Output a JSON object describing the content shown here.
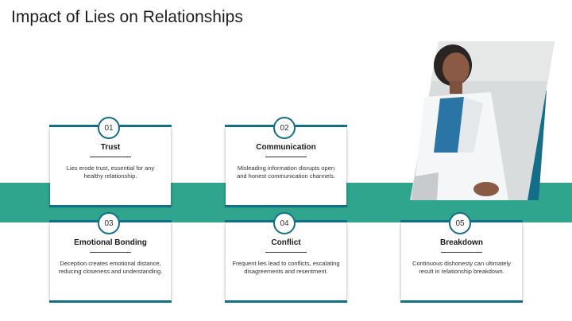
{
  "slide": {
    "title": "Impact of Lies on Relationships"
  },
  "cards": [
    {
      "number": "01",
      "title": "Trust",
      "text": "Lies erode trust, essential for any healthy relationship."
    },
    {
      "number": "02",
      "title": "Communication",
      "text": "Misleading information disrupts open and honest communication channels."
    },
    {
      "number": "03",
      "title": "Emotional Bonding",
      "text": "Deception creates emotional distance, reducing closeness and understanding."
    },
    {
      "number": "04",
      "title": "Conflict",
      "text": "Frequent lies lead to conflicts, escalating disagreements and resentment."
    },
    {
      "number": "05",
      "title": "Breakdown",
      "text": "Continuous dishonesty can ultimately result in relationship breakdown."
    }
  ],
  "colors": {
    "band": "#2fa58d",
    "accent": "#156e89",
    "background": "#ffffff"
  },
  "icons": {
    "photo": "person-photo-icon"
  }
}
